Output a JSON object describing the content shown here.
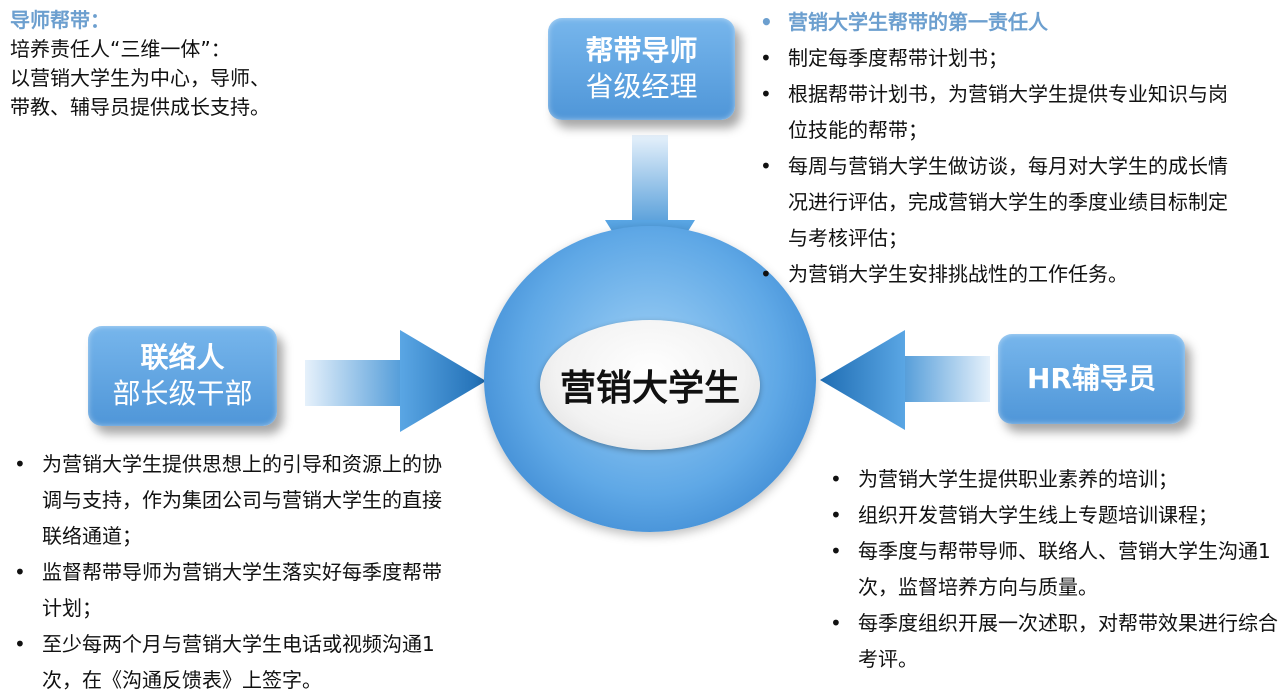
{
  "intro": {
    "title": "导师帮带：",
    "lines": [
      "培养责任人“三维一体”：",
      "以营销大学生为中心，导师、",
      "带教、辅导员提供成长支持。"
    ]
  },
  "center": {
    "label": "营销大学生"
  },
  "top_box": {
    "line1": "帮带导师",
    "line2": "省级经理"
  },
  "left_box": {
    "line1": "联络人",
    "line2": "部长级干部"
  },
  "right_box": {
    "line1": "HR辅导员"
  },
  "top_list": [
    "营销大学生帮带的第一责任人",
    "制定每季度帮带计划书；",
    "根据帮带计划书，为营销大学生提供专业知识与岗位技能的帮带；",
    "每周与营销大学生做访谈，每月对大学生的成长情况进行评估，完成营销大学生的季度业绩目标制定与考核评估；",
    "为营销大学生安排挑战性的工作任务。"
  ],
  "left_list": [
    "为营销大学生提供思想上的引导和资源上的协调与支持，作为集团公司与营销大学生的直接联络通道；",
    "监督帮带导师为营销大学生落实好每季度帮带计划；",
    "至少每两个月与营销大学生电话或视频沟通1次，在《沟通反馈表》上签字。"
  ],
  "right_list": [
    "为营销大学生提供职业素养的培训；",
    "组织开发营销大学生线上专题培训课程；",
    "每季度与帮带导师、联络人、营销大学生沟通1次，监督培养方向与质量。",
    "每季度组织开展一次述职，对帮带效果进行综合考评。"
  ],
  "colors": {
    "accent": "#6c9fcf",
    "box": "#5ea5e3",
    "arrow": "#2a7cc4"
  }
}
